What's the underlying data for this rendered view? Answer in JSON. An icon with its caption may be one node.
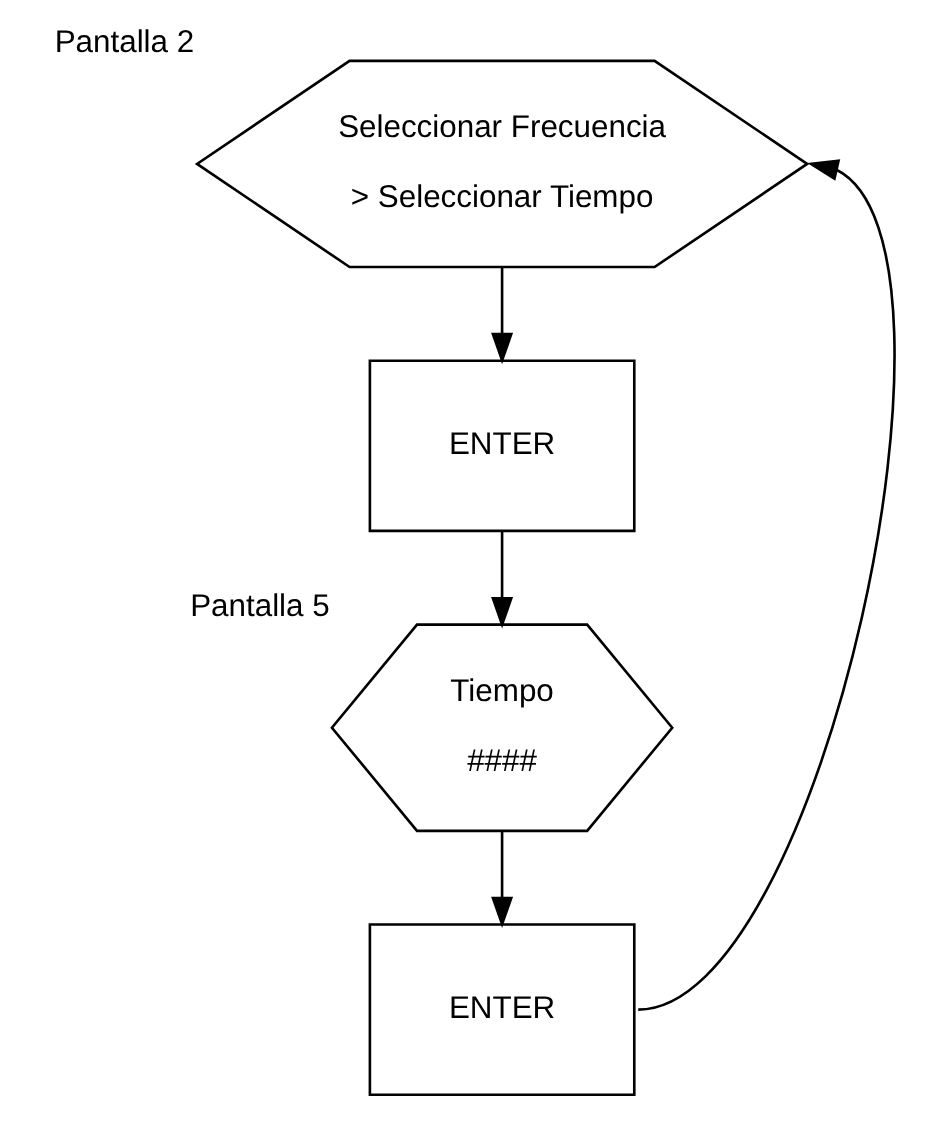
{
  "diagram": {
    "nodes": [
      {
        "text": [
          "Seleccionar Frecuencia",
          "> Seleccionar Tiempo"
        ],
        "beside": [
          "Pantalla 2"
        ]
      },
      {
        "text": [
          "ENTER"
        ]
      },
      {
        "text": [
          "Tiempo",
          "####"
        ],
        "beside": [
          "Pantalla 5"
        ]
      },
      {
        "text": [
          "ENTER"
        ]
      }
    ],
    "edges": [
      {
        "from": 0,
        "to": 1,
        "arrow": "to"
      },
      {
        "from": 1,
        "to": 2,
        "arrow": "to"
      },
      {
        "from": 2,
        "to": 3,
        "arrow": "to"
      },
      {
        "from": 3,
        "to": 0,
        "arrow": "to"
      }
    ]
  }
}
